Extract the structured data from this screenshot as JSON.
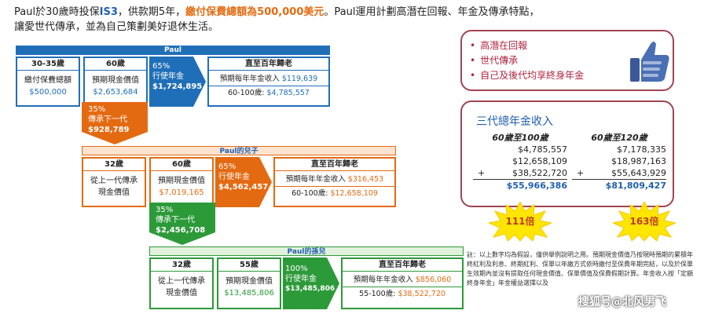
{
  "headline": {
    "line1_a": "Paul於30歲時投保",
    "product": "IS3",
    "line1_b": "，供款期5年，",
    "premium_label": "繳付保費總額為500,000美元",
    "line1_c": "。Paul運用計劃高潛在回報、年金及傳承特點，",
    "line2": "讓愛世代傳承，並為自己策劃美好退休生活。"
  },
  "gen1": {
    "name": "Paul",
    "col1_head": "30-35歲",
    "col1_label": "繳付保費總額",
    "col1_value": "$500,000",
    "col2_head": "60歲",
    "col2_label": "預期現金價值",
    "col2_value": "$2,653,684",
    "annuity_pct": "65%",
    "annuity_label": "行使年金",
    "annuity_value": "$1,724,895",
    "result_head": "直至百年歸老",
    "result_label": "預期每年年金收入",
    "result_annual": "$119,639",
    "result_total_label": "60-100歲:",
    "result_total": "$4,785,557",
    "pass_pct": "35%",
    "pass_label": "傳承下一代",
    "pass_value": "$928,789"
  },
  "gen2": {
    "name": "Paul的兒子",
    "col1_head": "32歲",
    "col1_label1": "從上一代傳承",
    "col1_label2": "現金價值",
    "col2_head": "60歲",
    "col2_label": "預期現金價值",
    "col2_value": "$7,019,165",
    "annuity_pct": "65%",
    "annuity_label": "行使年金",
    "annuity_value": "$4,562,457",
    "result_head": "直至百年歸老",
    "result_label": "預期每年年金收入",
    "result_annual": "$316,453",
    "result_total_label": "60-100歲:",
    "result_total": "$12,658,109",
    "pass_pct": "35%",
    "pass_label": "傳承下一代",
    "pass_value": "$2,456,708"
  },
  "gen3": {
    "name": "Paul的孫兒",
    "col1_head": "32歲",
    "col1_label1": "從上一代傳承",
    "col1_label2": "現金價值",
    "col2_head": "55歲",
    "col2_label": "預期現金價值",
    "col2_value": "$13,485,806",
    "annuity_pct": "100%",
    "annuity_label": "行使年金",
    "annuity_value": "$13,485,806",
    "result_head": "直至百年歸老",
    "result_label": "預期每年年金收入",
    "result_annual": "$856,060",
    "result_total_label": "55-100歲:",
    "result_total": "$38,522,720"
  },
  "features": {
    "items": [
      "高潛在回報",
      "世代傳承",
      "自己及後代均享終身年金"
    ],
    "icon": "thumbs-up-icon"
  },
  "summary": {
    "title": "三代總年金收入",
    "col_a": {
      "head": "60歲至100歲",
      "rows": [
        "$4,785,557",
        "$12,658,109",
        "$38,522,720"
      ],
      "total": "$55,966,386",
      "multiple": "111倍"
    },
    "col_b": {
      "head": "60歲至120歲",
      "rows": [
        "$7,178,335",
        "$18,987,163",
        "$55,643,929"
      ],
      "total": "$81,809,427",
      "multiple": "163倍"
    },
    "plus": "+"
  },
  "note": "註：以上數字均為假設，僅供舉例說明之用。預期現金價值乃按現時預期的累積年終紅利及利息、終期紅利、保單以年繳方式依時繳付至保費年期完結，以及於保單生效期內並沒有提取任何現金價值、保單價值及保費假期計算。年金收入按「定額終身年金」年金權益選擇以及",
  "watermark": "搜狐号@北风男飞",
  "colors": {
    "blue": "#1f6fb8",
    "orange": "#e46a12",
    "green": "#2d9a3a",
    "panel_border": "#a04552",
    "bullet_red": "#b1233f"
  }
}
